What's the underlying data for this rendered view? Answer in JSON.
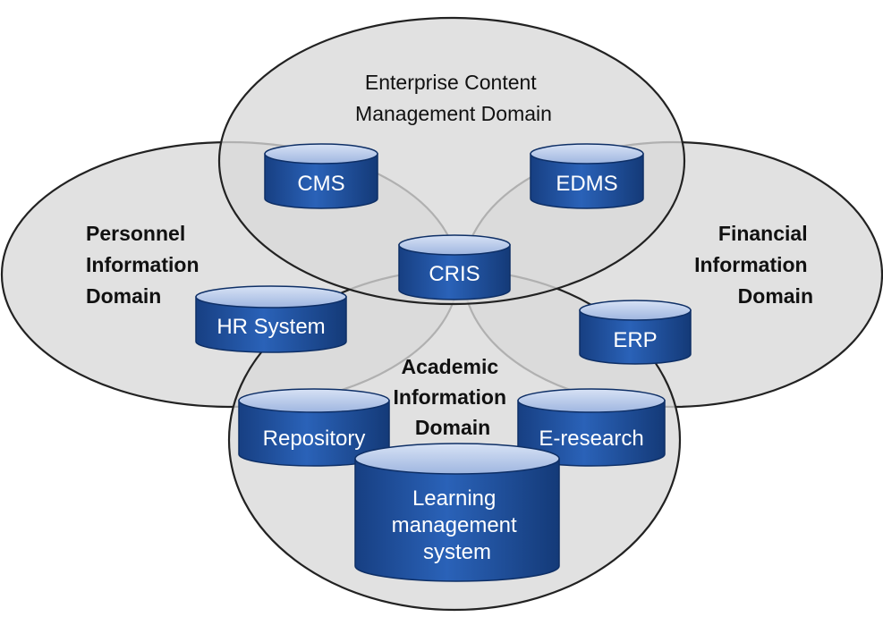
{
  "colors": {
    "domain_fill": "#d9d9d9",
    "cylinder_body": "#1f4f9c",
    "cylinder_top": "#b7c9ea",
    "cylinder_text": "#ffffff"
  },
  "domains": {
    "enterprise_content": {
      "line1": "Enterprise Content",
      "line2": "Management Domain"
    },
    "personnel": {
      "line1": "Personnel",
      "line2": "Information",
      "line3": "Domain"
    },
    "financial": {
      "line1": "Financial",
      "line2": "Information",
      "line3": "Domain"
    },
    "academic": {
      "line1": "Academic",
      "line2": "Information",
      "line3": "Domain"
    }
  },
  "systems": {
    "cms": "CMS",
    "edms": "EDMS",
    "cris": "CRIS",
    "hr_system": "HR System",
    "erp": "ERP",
    "repository": "Repository",
    "e_research": "E-research",
    "lms": {
      "line1": "Learning",
      "line2": "management",
      "line3": "system"
    }
  }
}
